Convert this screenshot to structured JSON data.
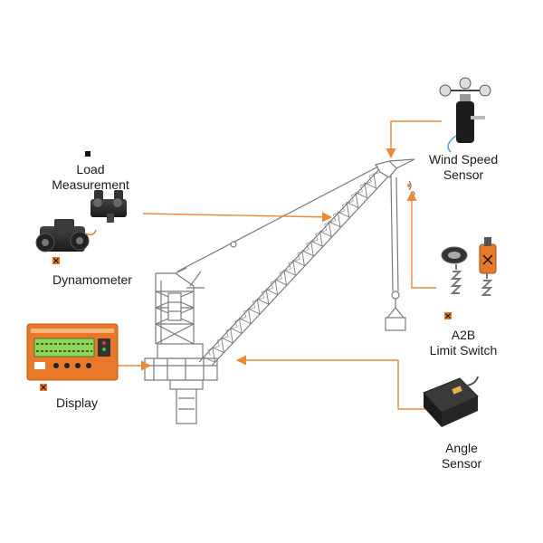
{
  "labels": {
    "load_measurement": [
      "Load",
      "Measurement"
    ],
    "dynamometer": "Dynamometer",
    "display": "Display",
    "wind_speed_sensor": [
      "Wind Speed",
      "Sensor"
    ],
    "a2b_limit_switch": [
      "A2B",
      "Limit Switch"
    ],
    "angle_sensor": [
      "Angle",
      "Sensor"
    ]
  },
  "colors": {
    "arrow": "#e98a3a",
    "device_orange": "#e8792a",
    "lcd_green": "#8fd45c",
    "crane_line": "#7a7a7a",
    "device_dark": "#2a2a2a"
  },
  "icons": {
    "bullet": "square-bullet-icon",
    "brand": "brand-x-icon"
  }
}
